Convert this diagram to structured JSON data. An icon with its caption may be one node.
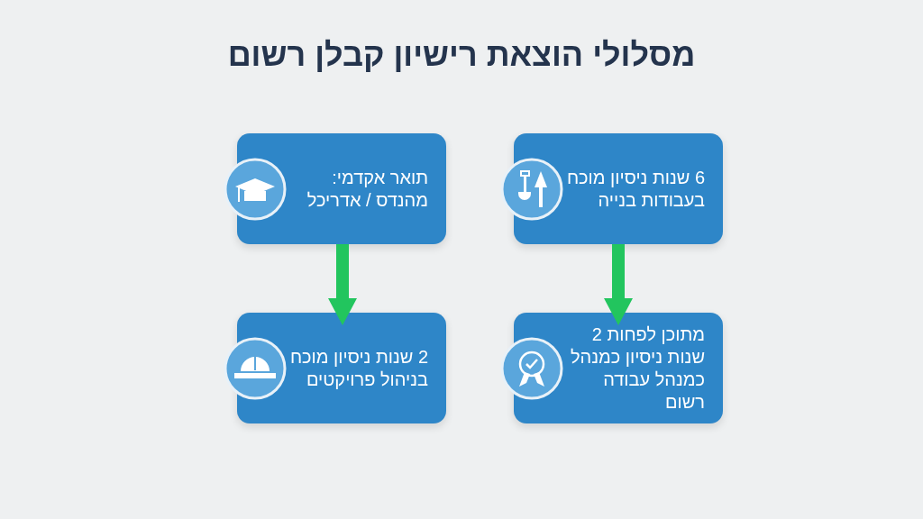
{
  "diagram": {
    "title": "מסלולי הוצאת רישיון קבלן רשום",
    "nodes": [
      {
        "text": [
          "6 שנות ניסיון מוכח בעבודות בנייה"
        ]
      },
      {
        "text": [
          "תואר אקדמי: מהנדס / אדריכל"
        ]
      },
      {
        "text": [
          "מתוכן לפחות 2 שנות ניסיון כמנהל כמנהל עבודה רשום"
        ]
      },
      {
        "text": [
          "2 שנות ניסיון מוכח בניהול פרויקטים"
        ]
      }
    ],
    "edges": [
      {
        "from": 0,
        "to": 2,
        "arrow": "to"
      },
      {
        "from": 1,
        "to": 3,
        "arrow": "to"
      }
    ]
  }
}
